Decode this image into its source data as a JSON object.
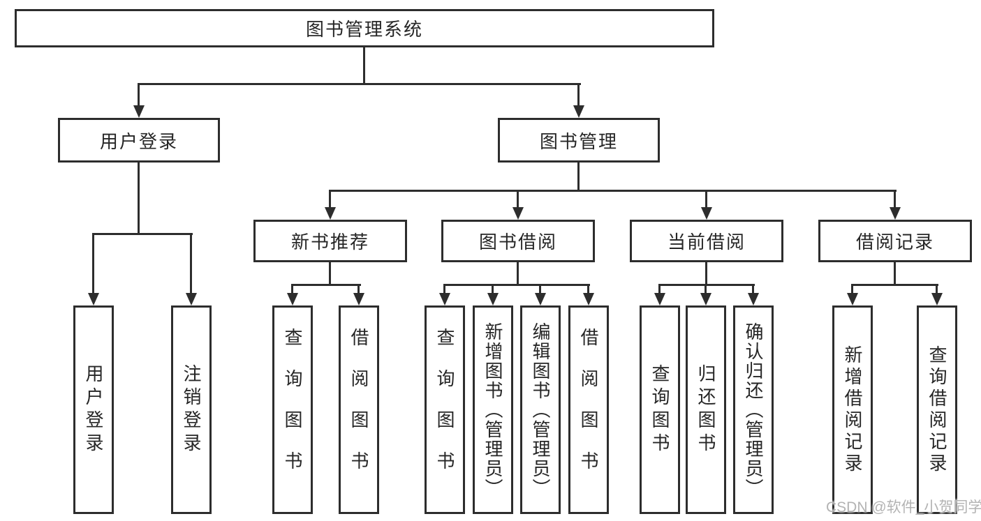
{
  "diagram_title": "图书管理系统",
  "watermark": "CSDN @软件_小贺同学",
  "colors": {
    "line": "#2d2d2d",
    "text": "#262626",
    "background": "#ffffff",
    "watermark": "#b3b3b3"
  },
  "nodes": {
    "root": "图书管理系统",
    "level2": [
      "用户登录",
      "图书管理"
    ],
    "level3": [
      "新书推荐",
      "图书借阅",
      "当前借阅",
      "借阅记录"
    ],
    "user_login_children": [
      "用户登录",
      "注销登录"
    ],
    "new_book_children": [
      "查询图书",
      "借阅图书"
    ],
    "book_borrow_children": [
      "查询图书",
      "新增图书（管理员）",
      "编辑图书（管理员）",
      "借阅图书"
    ],
    "current_borrow_children": [
      "查询图书",
      "归还图书",
      "确认归还（管理员）"
    ],
    "borrow_record_children": [
      "新增借阅记录",
      "查询借阅记录"
    ]
  }
}
